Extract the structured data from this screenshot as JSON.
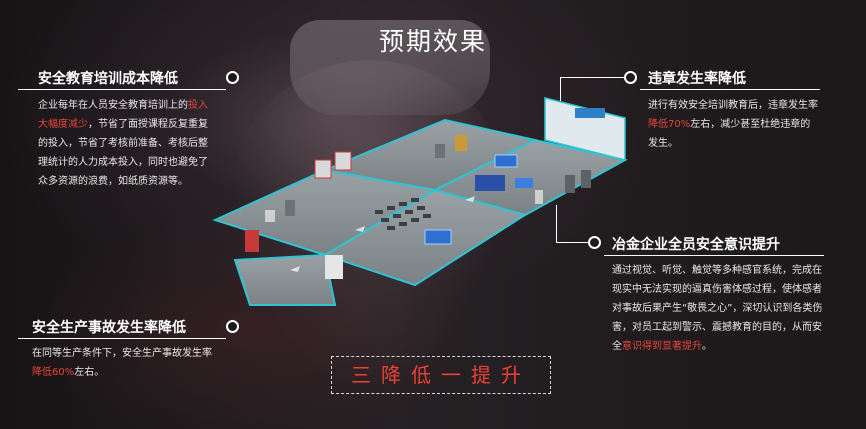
{
  "title": "预期效果",
  "items": [
    {
      "heading": "安全教育培训成本降低",
      "text_before": "企业每年在人员安全教育培训上的",
      "highlight": "投入大幅度减少",
      "text_after": "，节省了面授课程反复重复的投入，节省了考核前准备、考核后整理统计的人力成本投入，同时也避免了众多资源的浪费，如纸质资源等。"
    },
    {
      "heading": "违章发生率降低",
      "text_before": "进行有效安全培训教育后，违章发生率",
      "highlight": "降低70%",
      "text_after": "左右，减少甚至杜绝违章的发生。"
    },
    {
      "heading": "冶金企业全员安全意识提升",
      "text_before": "通过视觉、听觉、触觉等多种感官系统，完成在现实中无法实现的逼真伤害体感过程，使体感者对事故后果产生“敬畏之心”，深切认识到各类伤害，对员工起到警示、震撼教育的目的，从而安全",
      "highlight": "意识得到显著提升",
      "text_after": "。"
    },
    {
      "heading": "安全生产事故发生率降低",
      "text_before": "在同等生产条件下，安全生产事故发生率",
      "highlight": "降低60%",
      "text_after": "左右。"
    }
  ],
  "bottom_label": "三降低一提升",
  "colors": {
    "highlight": "#e8453c",
    "bottom_label": "#ee4035",
    "floor": "#8d9599",
    "wall": "#2fc3d3"
  }
}
